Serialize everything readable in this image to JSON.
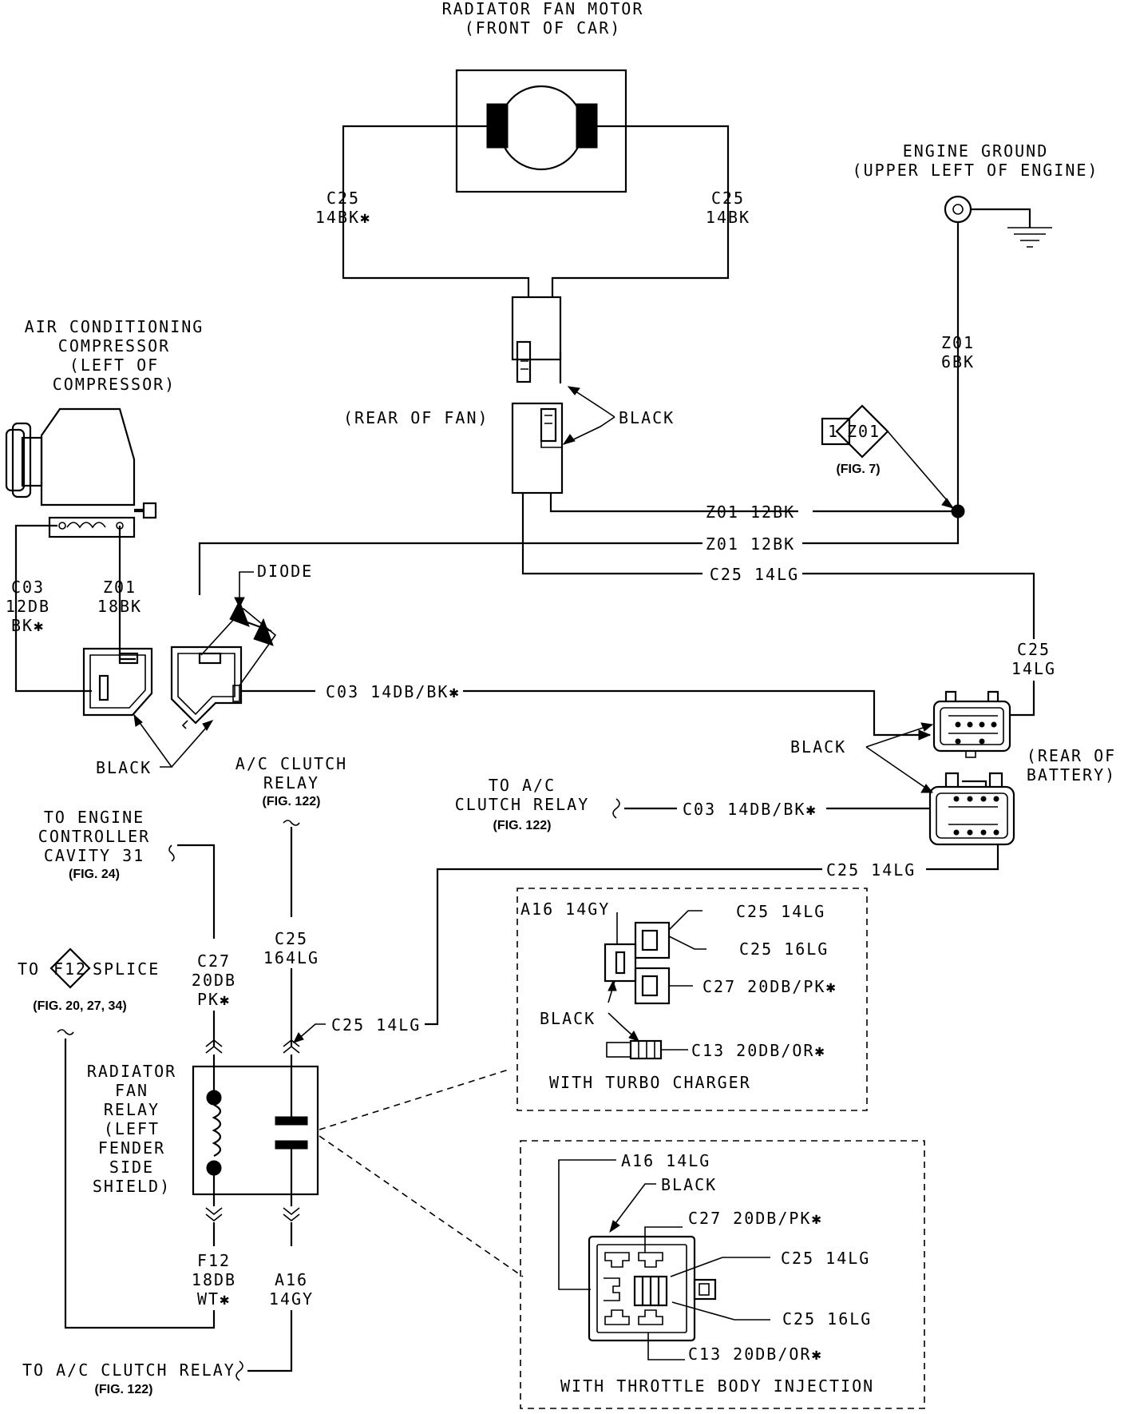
{
  "labels": {
    "fan_motor_1": "RADIATOR FAN MOTOR",
    "fan_motor_2": "(FRONT OF CAR)",
    "c25_left_1": "C25",
    "c25_left_2": "14BK✱",
    "c25_right_1": "C25",
    "c25_right_2": "14BK",
    "engine_ground_1": "ENGINE GROUND",
    "engine_ground_2": "(UPPER LEFT OF ENGINE)",
    "z01_6bk_1": "Z01",
    "z01_6bk_2": "6BK",
    "splice_num": "1",
    "splice_id": "Z01",
    "fig7": "(FIG. 7)",
    "rear_of_fan": "(REAR OF FAN)",
    "black_fan": "BLACK",
    "ac_comp_1": "AIR CONDITIONING",
    "ac_comp_2": "COMPRESSOR",
    "ac_comp_3": "(LEFT OF",
    "ac_comp_4": "COMPRESSOR)",
    "z01_12bk_a": "Z01 12BK",
    "z01_12bk_b": "Z01 12BK",
    "c25_14lg_top": "C25 14LG",
    "diode": "DIODE",
    "c03_12db_1": "C03",
    "c03_12db_2": "12DB",
    "c03_12db_3": "BK✱",
    "z01_18bk_1": "Z01",
    "z01_18bk_2": "18BK",
    "c03_14db": "C03 14DB/BK✱",
    "c25_14lg_right_1": "C25",
    "c25_14lg_right_2": "14LG",
    "black_batt": "BLACK",
    "rear_batt_1": "(REAR OF",
    "rear_batt_2": "BATTERY)",
    "black_comp": "BLACK",
    "ac_relay_1": "A/C CLUTCH",
    "ac_relay_2": "RELAY",
    "fig122_a": "(FIG. 122)",
    "to_ac_1": "TO A/C",
    "to_ac_2": "CLUTCH RELAY",
    "fig122_b": "(FIG. 122)",
    "c03_14db_b": "C03 14DB/BK✱",
    "eng_ctrl_1": "TO ENGINE",
    "eng_ctrl_2": "CONTROLLER",
    "eng_ctrl_3": "CAVITY 31",
    "fig24": "(FIG. 24)",
    "c25_14lg_mid": "C25 14LG",
    "a16_14gy": "A16 14GY",
    "c25_14lg_t": "C25 14LG",
    "c25_16lg_t": "C25 16LG",
    "c27_20db_t": "C27 20DB/PK✱",
    "black_t": "BLACK",
    "c13_t": "C13 20DB/OR✱",
    "turbo": "WITH TURBO CHARGER",
    "c25_164lg_1": "C25",
    "c25_164lg_2": "164LG",
    "c27_20db_1": "C27",
    "c27_20db_2": "20DB",
    "c27_20db_3": "PK✱",
    "to_f12_pre": "TO",
    "f12_id": "F12",
    "to_f12_post": "SPLICE",
    "fig_20": "(FIG. 20, 27, 34)",
    "c25_14lg_relay": "C25 14LG",
    "fan_relay_1": "RADIATOR",
    "fan_relay_2": "FAN",
    "fan_relay_3": "RELAY",
    "fan_relay_4": "(LEFT",
    "fan_relay_5": "FENDER",
    "fan_relay_6": "SIDE",
    "fan_relay_7": "SHIELD)",
    "a16_14lg_b": "A16 14LG",
    "black_b": "BLACK",
    "c27_20db_b": "C27 20DB/PK✱",
    "c25_14lg_b": "C25 14LG",
    "c25_16lg_b": "C25 16LG",
    "c13_b": "C13 20DB/OR✱",
    "tbi": "WITH THROTTLE BODY INJECTION",
    "f12_1": "F12",
    "f12_2": "18DB",
    "f12_3": "WT✱",
    "a16_1": "A16",
    "a16_2": "14GY",
    "to_ac_bottom": "TO A/C CLUTCH RELAY",
    "fig122_c": "(FIG. 122)"
  }
}
